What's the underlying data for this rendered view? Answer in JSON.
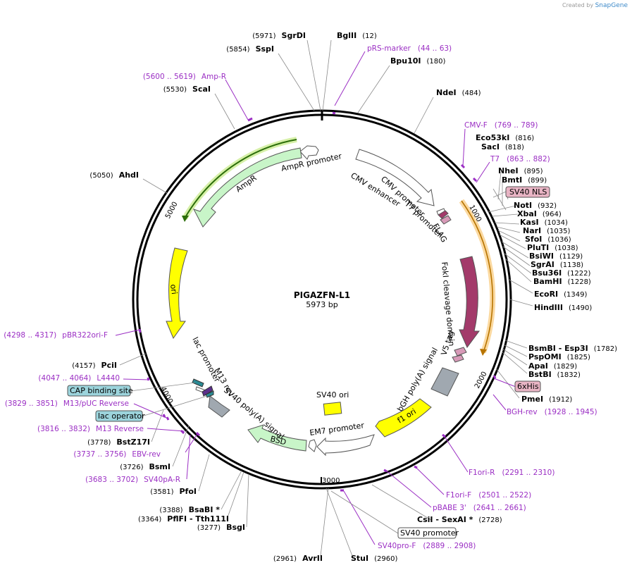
{
  "credit": {
    "prefix": "Created by",
    "brand": "SnapGene"
  },
  "plasmid": {
    "name": "PIGAZFN-L1",
    "length_label": "5973 bp"
  },
  "ticks": [
    "1000",
    "2000",
    "3000",
    "4000",
    "5000"
  ],
  "sites": [
    {
      "name": "SgrDI",
      "pos": "(5971)"
    },
    {
      "name": "BglII",
      "pos": "(12)"
    },
    {
      "name": "SspI",
      "pos": "(5854)"
    },
    {
      "name": "Bpu10I",
      "pos": "(180)"
    },
    {
      "name": "NdeI",
      "pos": "(484)"
    },
    {
      "name": "ScaI",
      "pos": "(5530)"
    },
    {
      "name": "Eco53kI",
      "pos": "(816)"
    },
    {
      "name": "SacI",
      "pos": "(818)"
    },
    {
      "name": "NheI",
      "pos": "(895)"
    },
    {
      "name": "BmtI",
      "pos": "(899)"
    },
    {
      "name": "AhdI",
      "pos": "(5050)"
    },
    {
      "name": "NotI",
      "pos": "(932)"
    },
    {
      "name": "XbaI",
      "pos": "(964)"
    },
    {
      "name": "KasI",
      "pos": "(1034)"
    },
    {
      "name": "NarI",
      "pos": "(1035)"
    },
    {
      "name": "SfoI",
      "pos": "(1036)"
    },
    {
      "name": "PluTI",
      "pos": "(1038)"
    },
    {
      "name": "BsiWI",
      "pos": "(1129)"
    },
    {
      "name": "SgrAI",
      "pos": "(1138)"
    },
    {
      "name": "Bsu36I",
      "pos": "(1222)"
    },
    {
      "name": "BamHI",
      "pos": "(1228)"
    },
    {
      "name": "EcoRI",
      "pos": "(1349)"
    },
    {
      "name": "HindIII",
      "pos": "(1490)"
    },
    {
      "name": "BsmBI - Esp3I",
      "pos": "(1782)"
    },
    {
      "name": "PspOMI",
      "pos": "(1825)"
    },
    {
      "name": "ApaI",
      "pos": "(1829)"
    },
    {
      "name": "BstBI",
      "pos": "(1832)"
    },
    {
      "name": "PmeI",
      "pos": "(1912)"
    },
    {
      "name": "PciI",
      "pos": "(4157)"
    },
    {
      "name": "BstZ17I",
      "pos": "(3778)"
    },
    {
      "name": "BsmI",
      "pos": "(3726)"
    },
    {
      "name": "PfoI",
      "pos": "(3581)"
    },
    {
      "name": "BsaBI *",
      "pos": "(3388)"
    },
    {
      "name": "PflFI - Tth111I",
      "pos": "(3364)"
    },
    {
      "name": "BsgI",
      "pos": "(3277)"
    },
    {
      "name": "CsiI - SexAI *",
      "pos": "(2728)"
    },
    {
      "name": "AvrII",
      "pos": "(2961)"
    },
    {
      "name": "StuI",
      "pos": "(2960)"
    }
  ],
  "primers": [
    {
      "name": "pRS-marker",
      "range": "(44 .. 63)"
    },
    {
      "name": "Amp-R",
      "range": "(5600 .. 5619)"
    },
    {
      "name": "CMV-F",
      "range": "(769 .. 789)"
    },
    {
      "name": "T7",
      "range": "(863 .. 882)"
    },
    {
      "name": "pBR322ori-F",
      "range": "(4298 .. 4317)"
    },
    {
      "name": "L4440",
      "range": "(4047 .. 4064)"
    },
    {
      "name": "M13/pUC Reverse",
      "range": "(3829 .. 3851)"
    },
    {
      "name": "M13 Reverse",
      "range": "(3816 .. 3832)"
    },
    {
      "name": "EBV-rev",
      "range": "(3737 .. 3756)"
    },
    {
      "name": "SV40pA-R",
      "range": "(3683 .. 3702)"
    },
    {
      "name": "BGH-rev",
      "range": "(1928 .. 1945)"
    },
    {
      "name": "F1ori-R",
      "range": "(2291 .. 2310)"
    },
    {
      "name": "F1ori-F",
      "range": "(2501 .. 2522)"
    },
    {
      "name": "pBABE 3'",
      "range": "(2641 .. 2661)"
    },
    {
      "name": "SV40pro-F",
      "range": "(2889 .. 2908)"
    }
  ],
  "boxed_features": {
    "sv40_nls": "SV40 NLS",
    "his6": "6xHis",
    "cap_site": "CAP binding site",
    "lac_operator": "lac operator",
    "sv40_promoter": "SV40 promoter"
  },
  "features": {
    "amp_promoter": "AmpR promoter",
    "ampr": "AmpR",
    "ori": "ori",
    "cmv_enhancer": "CMV enhancer",
    "cmv_promoter": "CMV promoter",
    "t7_promoter": "T7 promoter",
    "flag": "FLAG",
    "foki": "FokI cleavage domain",
    "v5": "V5 tag",
    "bgh": "bGH poly(A) signal",
    "f1ori": "f1 ori",
    "sv40_ori": "SV40 ori",
    "em7": "EM7 promoter",
    "bsd": "BSD",
    "sv40_polya": "SV40 poly(A) signal",
    "m13_rev": "M13 rev",
    "lac_promoter": "lac promoter"
  },
  "colors": {
    "primer": "#9b2fc4",
    "ampr_fill": "#c8f5c8",
    "ori_fill": "#ffff00",
    "foki_fill": "#a33a6a",
    "f1_fill": "#ffff00",
    "bgh_fill": "#a0a8b0",
    "nls_box": "#e8b4c4",
    "cap_box": "#9cd4dc"
  }
}
